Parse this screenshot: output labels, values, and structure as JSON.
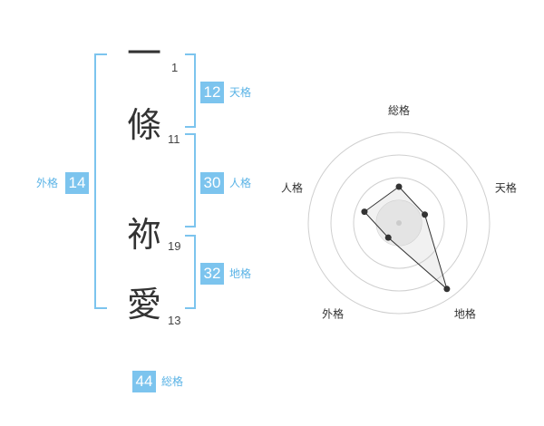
{
  "name_chars": [
    {
      "char": "一",
      "strokes": "1"
    },
    {
      "char": "條",
      "strokes": "11"
    },
    {
      "char": "祢",
      "strokes": "19"
    },
    {
      "char": "愛",
      "strokes": "13"
    }
  ],
  "kakusu": {
    "tenkaku": {
      "value": "12",
      "label": "天格"
    },
    "jinkaku": {
      "value": "30",
      "label": "人格"
    },
    "chikaku": {
      "value": "32",
      "label": "地格"
    },
    "gaikaku": {
      "value": "14",
      "label": "外格"
    },
    "soukaku": {
      "value": "44",
      "label": "総格"
    }
  },
  "colors": {
    "accent": "#7cc4ee",
    "label": "#5ab3e6",
    "text": "#333333"
  },
  "chart_data": {
    "type": "radar",
    "axes": [
      "総格",
      "天格",
      "地格",
      "外格",
      "人格"
    ],
    "values": [
      2,
      1.5,
      4.5,
      1,
      2
    ],
    "range": [
      0,
      5
    ],
    "rings": 4,
    "grid": true
  }
}
